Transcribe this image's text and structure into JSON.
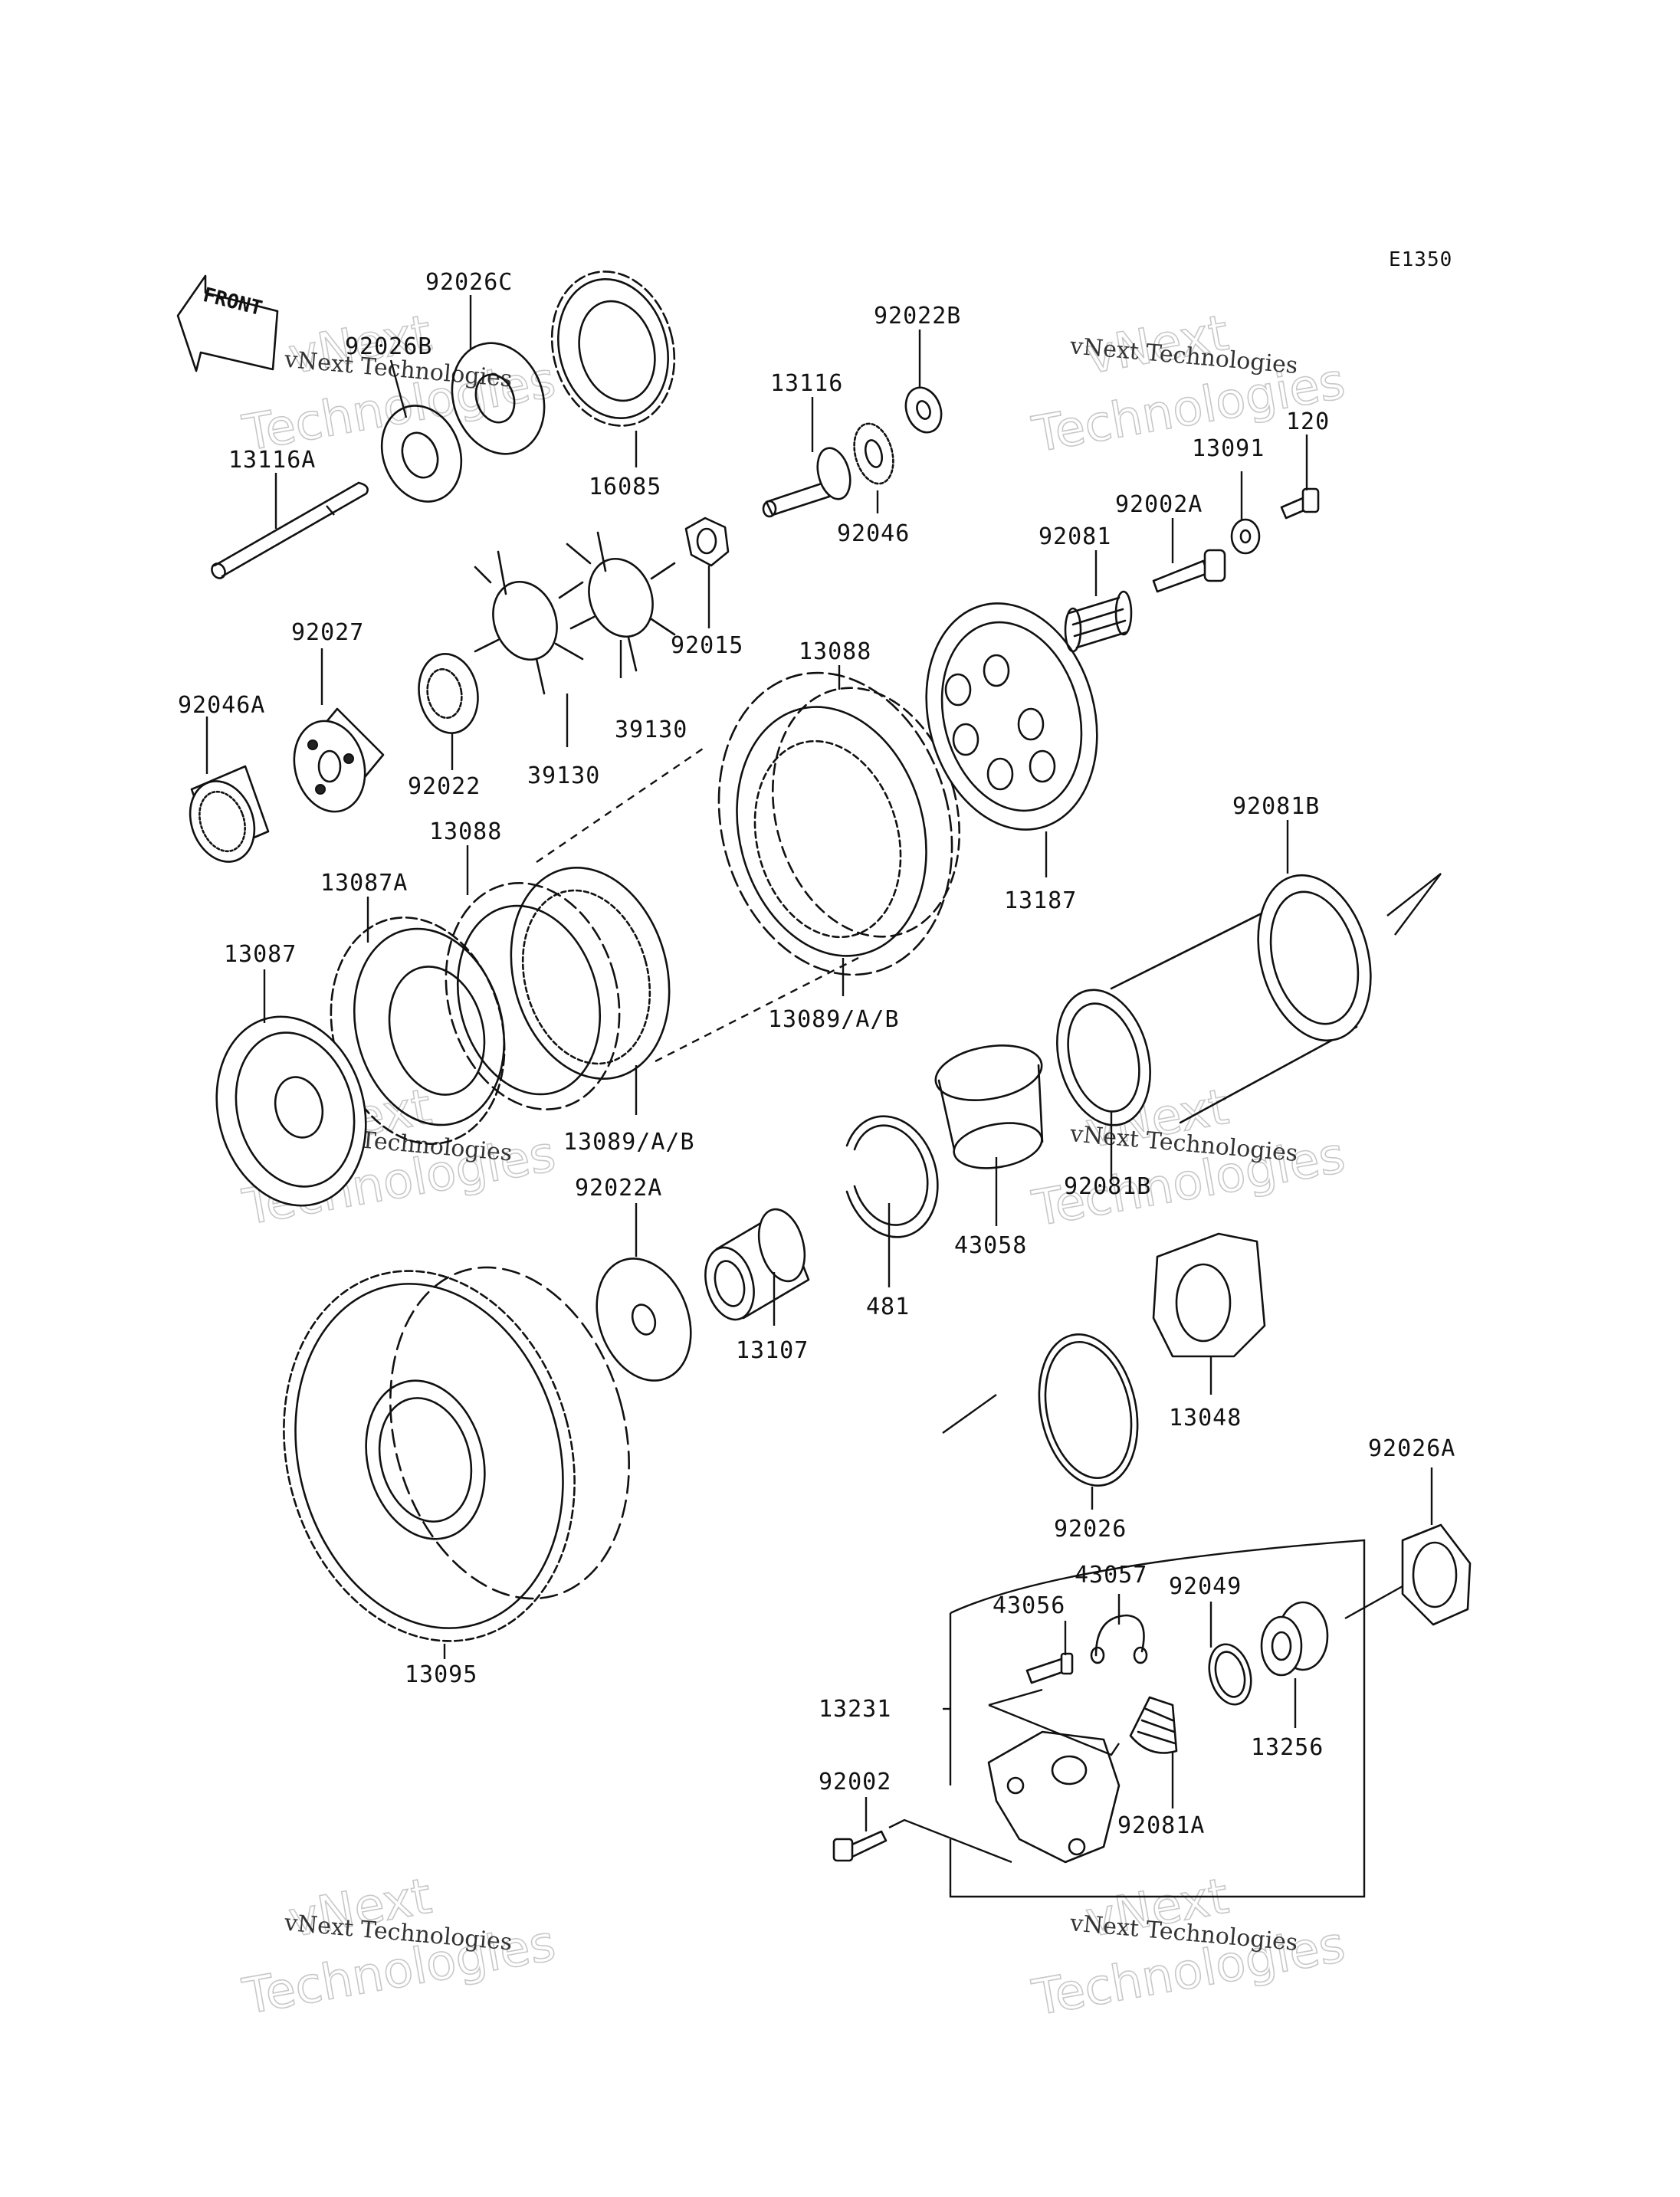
{
  "diagram_code": "E1350",
  "front_arrow_label": "FRONT",
  "watermark": {
    "line1": "vNext Technologies",
    "big_line1": "vNext",
    "big_line2": "Technologies"
  },
  "part_labels": [
    {
      "id": "p-92026C",
      "text": "92026C"
    },
    {
      "id": "p-92026B",
      "text": "92026B"
    },
    {
      "id": "p-13116A",
      "text": "13116A"
    },
    {
      "id": "p-16085",
      "text": "16085"
    },
    {
      "id": "p-92022B",
      "text": "92022B"
    },
    {
      "id": "p-13116",
      "text": "13116"
    },
    {
      "id": "p-92046",
      "text": "92046"
    },
    {
      "id": "p-120",
      "text": "120"
    },
    {
      "id": "p-13091",
      "text": "13091"
    },
    {
      "id": "p-92002A",
      "text": "92002A"
    },
    {
      "id": "p-92081",
      "text": "92081"
    },
    {
      "id": "p-92015",
      "text": "92015"
    },
    {
      "id": "p-92027",
      "text": "92027"
    },
    {
      "id": "p-92046A",
      "text": "92046A"
    },
    {
      "id": "p-92022",
      "text": "92022"
    },
    {
      "id": "p-39130a",
      "text": "39130"
    },
    {
      "id": "p-39130b",
      "text": "39130"
    },
    {
      "id": "p-13088a",
      "text": "13088"
    },
    {
      "id": "p-13088b",
      "text": "13088"
    },
    {
      "id": "p-13187",
      "text": "13187"
    },
    {
      "id": "p-92081B-a",
      "text": "92081B"
    },
    {
      "id": "p-13087A",
      "text": "13087A"
    },
    {
      "id": "p-13087",
      "text": "13087"
    },
    {
      "id": "p-13089a",
      "text": "13089/A/B"
    },
    {
      "id": "p-13089b",
      "text": "13089/A/B"
    },
    {
      "id": "p-92081B-b",
      "text": "92081B"
    },
    {
      "id": "p-92022A",
      "text": "92022A"
    },
    {
      "id": "p-43058",
      "text": "43058"
    },
    {
      "id": "p-481",
      "text": "481"
    },
    {
      "id": "p-13107",
      "text": "13107"
    },
    {
      "id": "p-13048",
      "text": "13048"
    },
    {
      "id": "p-92026",
      "text": "92026"
    },
    {
      "id": "p-92026A",
      "text": "92026A"
    },
    {
      "id": "p-43057",
      "text": "43057"
    },
    {
      "id": "p-92049",
      "text": "92049"
    },
    {
      "id": "p-43056",
      "text": "43056"
    },
    {
      "id": "p-13231",
      "text": "13231"
    },
    {
      "id": "p-13256",
      "text": "13256"
    },
    {
      "id": "p-92002",
      "text": "92002"
    },
    {
      "id": "p-92081A",
      "text": "92081A"
    },
    {
      "id": "p-13095",
      "text": "13095"
    }
  ]
}
